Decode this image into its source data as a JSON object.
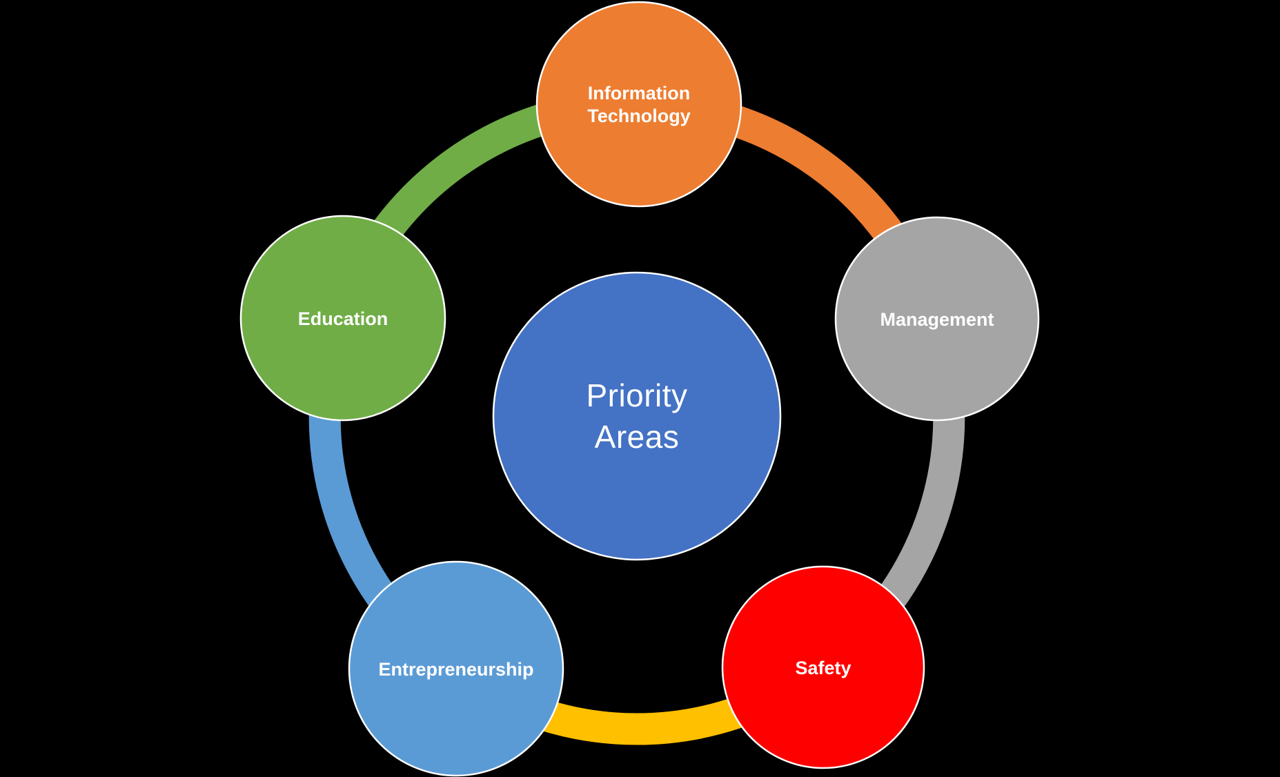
{
  "diagram": {
    "type": "cycle-diagram",
    "background_color": "#000000",
    "text_color": "#FFFFFF",
    "center": {
      "label": "Priority Areas",
      "label_line1": "Priority",
      "label_line2": "Areas",
      "color": "#4472C4"
    },
    "nodes": [
      {
        "id": "information-technology",
        "label": "Information Technology",
        "label_line1": "Information",
        "label_line2": "Technology",
        "color": "#ED7D31",
        "position": "top"
      },
      {
        "id": "management",
        "label": "Management",
        "color": "#A5A5A5",
        "position": "right"
      },
      {
        "id": "safety",
        "label": "Safety",
        "color": "#FF0000",
        "position": "bottom-right"
      },
      {
        "id": "entrepreneurship",
        "label": "Entrepreneurship",
        "color": "#5B9BD5",
        "position": "bottom-left"
      },
      {
        "id": "education",
        "label": "Education",
        "color": "#70AD47",
        "position": "left"
      }
    ],
    "connectors": [
      {
        "from": "education",
        "to": "information-technology",
        "color": "#70AD47"
      },
      {
        "from": "information-technology",
        "to": "management",
        "color": "#ED7D31"
      },
      {
        "from": "management",
        "to": "safety",
        "color": "#A5A5A5"
      },
      {
        "from": "safety",
        "to": "entrepreneurship",
        "color": "#FFC000"
      },
      {
        "from": "entrepreneurship",
        "to": "education",
        "color": "#5B9BD5"
      }
    ]
  }
}
